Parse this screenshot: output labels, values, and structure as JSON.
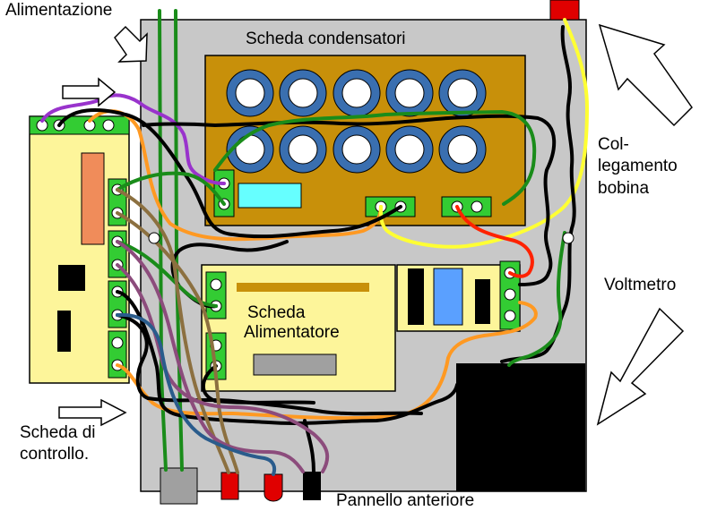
{
  "labels": {
    "power_supply_input": "Alimentazione",
    "capacitor_board": "Scheda condensatori",
    "coil_link_line1": "Col-",
    "coil_link_line2": "legamento",
    "coil_link_line3": "bobina",
    "voltmeter": "Voltmetro",
    "psu_board_line1": "Scheda",
    "psu_board_line2": "Alimentatore",
    "control_board_line1": "Scheda di",
    "control_board_line2": "controllo.",
    "front_panel": "Pannello anteriore"
  },
  "colors": {
    "chassis": "#c8c8c8",
    "capacitor_board": "#c8900a",
    "capacitor_ring": "#3a6fb0",
    "board_yellow": "#fdf59a",
    "terminal_green": "#33cc33",
    "relay_blue": "#5aa0ff",
    "cyan_block": "#66ffff",
    "salmon_block": "#f08c5a",
    "voltmeter": "#000000",
    "red_connector": "#e00000",
    "grey_connector": "#a0a0a0",
    "wire_black": "#000000",
    "wire_green": "#1a8c1a",
    "wire_orange": "#ff9922",
    "wire_yellow": "#ffff33",
    "wire_purple": "#9933cc",
    "wire_brown": "#8c7040",
    "wire_plum": "#8c4c7c",
    "wire_red": "#ff2200",
    "wire_blue": "#2a5c8c"
  }
}
